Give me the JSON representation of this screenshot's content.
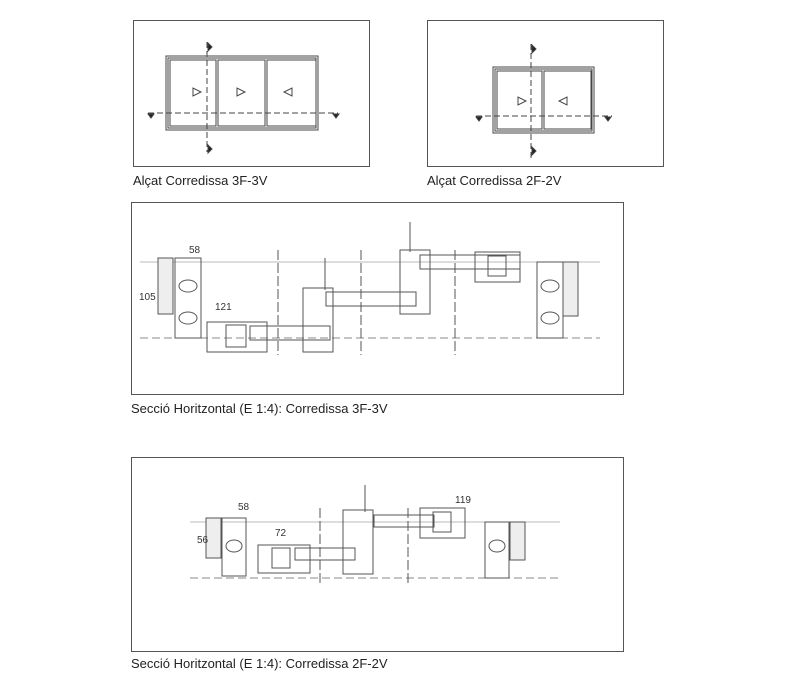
{
  "figures": [
    {
      "caption": "Alçat Corredissa 3F-3V",
      "type": "elevation",
      "panels": 3
    },
    {
      "caption": "Alçat Corredissa 2F-2V",
      "type": "elevation",
      "panels": 2
    },
    {
      "caption": "Secció Horitzontal (E 1:4): Corredissa 3F-3V",
      "type": "section",
      "dimensions": [
        "58",
        "105",
        "121"
      ]
    },
    {
      "caption": "Secció Horitzontal (E 1:4): Corredissa 2F-2V",
      "type": "section",
      "dimensions": [
        "58",
        "56",
        "72",
        "119"
      ]
    }
  ]
}
